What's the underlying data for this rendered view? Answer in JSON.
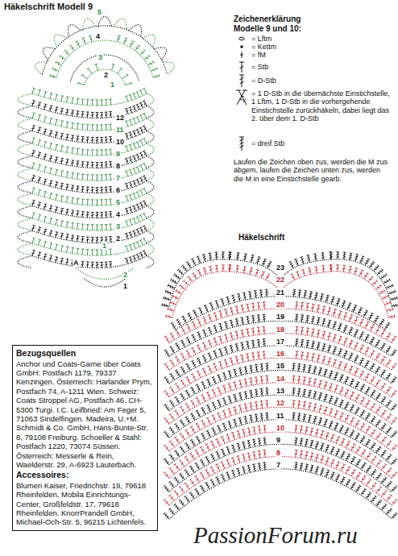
{
  "diagram": {
    "nodes": [
      {
        "text": [
          "Bezugsquellen",
          "Anchor und Coats-Garne über Coats GmbH: Postfach 1179, 79337 Kenzingen. Österreich: Harlander Prym, Postfach 74, A-1211 Wien. Schweiz: Coats Stroppel AG, Postfach 46, CH-5300 Turgi. I.C. Leifbried: Am Feger 5, 71063 Sindelfingen. Madeira, U.+M. Schmidt & Co. GmbH, Hans-Bunte-Str. 8, 79108 Freiburg. Schoeller & Stahl: Postfach 1220, 73074 Süssen. Österreich: Messerle & Rein, Waelderstr. 29, A-6923 Lauterbach.",
          "Accessoires:",
          "Blumen Kaiser, Friedrichstr. 19, 79618 Rheinfelden. Mobila Einrichtungs-Center, Großfeldstr. 17, 79618 Rheinfelden. KnorrPrandell GmbH, Michael-Och-Str. 5, 96215 Lichtenfels."
        ]
      }
    ],
    "labels": [
      "Häkelschrift Modell 9",
      "Zeichenerklärung Modelle 9 und 10:",
      "Laufen die Zeichen oben zus, werden die M zus abgem, laufen die Zeichen unten zus, werden die M in eine Einstichstelle gearb.",
      "Häkelschrift",
      "5",
      "4",
      "3",
      "2",
      "1",
      "12",
      "11",
      "10",
      "9",
      "8",
      "7",
      "6",
      "5",
      "4",
      "3",
      "2",
      "1",
      "A",
      "2",
      "1",
      "23",
      "22",
      "21",
      "20",
      "19",
      "18",
      "17",
      "16",
      "15",
      "14",
      "13",
      "12",
      "11",
      "10",
      "9",
      "8",
      "7",
      "PassionForum.ru"
    ],
    "legend": [
      {
        "text": "= Lftm"
      },
      {
        "text": "= Kettm"
      },
      {
        "text": "= fM"
      },
      {
        "text": "= Stb"
      },
      {
        "text": "= D-Stb"
      },
      {
        "text": "= 1 D-Stb in die übernächste Einstichstelle, 1 Lftm, 1 D-Stb in die vorhergehende Einstichstelle zurückhäkeln, dabei liegt das 2. über dem 1. D-Stb"
      },
      {
        "text": "= dreif Stb"
      }
    ]
  }
}
